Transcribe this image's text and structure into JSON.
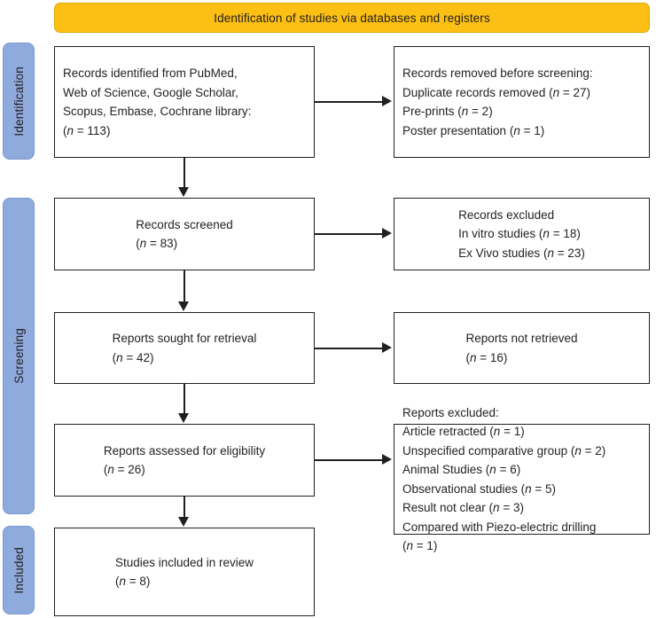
{
  "banner": {
    "title": "Identification of studies via databases and registers",
    "color": "#FCBF13"
  },
  "phases": [
    {
      "id": "identification",
      "label": "Identification",
      "color": "#8FAADC"
    },
    {
      "id": "screening",
      "label": "Screening",
      "color": "#8FAADC"
    },
    {
      "id": "included",
      "label": "Included",
      "color": "#8FAADC"
    }
  ],
  "flow": {
    "identified": {
      "lines": [
        "Records identified from PubMed,",
        "Web of Science, Google Scholar,",
        "Scopus, Embase, Cochrane library:"
      ],
      "count_line": "(n = 113)",
      "n": 113
    },
    "removed": {
      "heading": "Records removed before screening:",
      "items": [
        {
          "label": "Duplicate records removed",
          "n": 27,
          "text": "Duplicate records removed (n = 27)"
        },
        {
          "label": "Pre-prints",
          "n": 2,
          "text": "Pre-prints (n = 2)"
        },
        {
          "label": "Poster presentation",
          "n": 1,
          "text": "Poster presentation (n = 1)"
        }
      ]
    },
    "screened": {
      "label": "Records screened",
      "count_line": "(n = 83)",
      "n": 83
    },
    "excluded_screening": {
      "heading": "Records excluded",
      "items": [
        {
          "label": "In vitro studies",
          "n": 18,
          "text": "In vitro studies (n = 18)"
        },
        {
          "label": "Ex Vivo studies",
          "n": 23,
          "text": "Ex Vivo studies (n = 23)"
        }
      ]
    },
    "sought": {
      "label": "Reports sought for retrieval",
      "count_line": "(n = 42)",
      "n": 42
    },
    "not_retrieved": {
      "label": "Reports not retrieved",
      "count_line": "(n = 16)",
      "n": 16
    },
    "assessed": {
      "label": "Reports assessed for eligibility",
      "count_line": "(n = 26)",
      "n": 26
    },
    "excluded_eligibility": {
      "heading": "Reports excluded:",
      "items": [
        {
          "label": "Article retracted",
          "n": 1,
          "text": "Article retracted (n = 1)"
        },
        {
          "label": "Unspecified comparative group",
          "n": 2,
          "text": "Unspecified comparative group (n = 2)"
        },
        {
          "label": "Animal Studies",
          "n": 6,
          "text": "Animal Studies (n = 6)"
        },
        {
          "label": "Observational studies",
          "n": 5,
          "text": "Observational studies (n = 5)"
        },
        {
          "label": "Result not clear",
          "n": 3,
          "text": "Result not clear (n = 3)"
        },
        {
          "label": "Compared with Piezo-electric drilling",
          "n": 1,
          "text": "Compared with Piezo-electric drilling"
        },
        {
          "label": "",
          "n": 1,
          "text": "(n = 1)"
        }
      ]
    },
    "included": {
      "label": "Studies included in review",
      "count_line": "(n = 8)",
      "n": 8
    }
  }
}
